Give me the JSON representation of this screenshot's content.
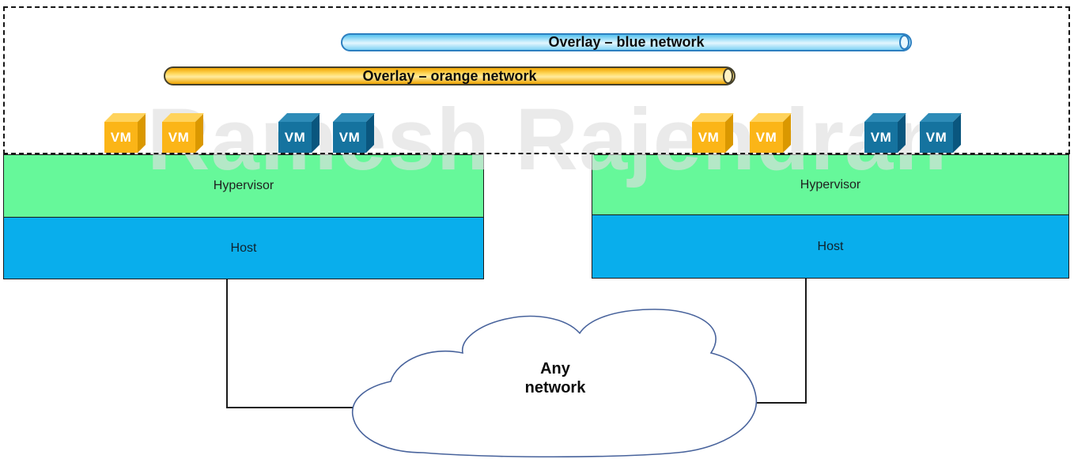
{
  "watermark": {
    "text": "Ramesh Rajendran"
  },
  "overlay_pills": {
    "blue": {
      "label": "Overlay – blue network"
    },
    "orange": {
      "label": "Overlay – orange network"
    }
  },
  "stacks": [
    {
      "hypervisor": "Hypervisor",
      "host": "Host",
      "vms": [
        "VM",
        "VM",
        "VM",
        "VM"
      ]
    },
    {
      "hypervisor": "Hypervisor",
      "host": "Host",
      "vms": [
        "VM",
        "VM",
        "VM",
        "VM"
      ]
    }
  ],
  "cloud": {
    "line1": "Any",
    "line2": "network"
  },
  "colors": {
    "hypervisor-green": "#66f89a",
    "host-blue": "#09aeec",
    "vm-orange-front": "#fbb517",
    "vm-orange-top": "#ffd35c",
    "vm-orange-side": "#da9800",
    "vm-blue-front": "#15739f",
    "vm-blue-top": "#2e8cb8",
    "vm-blue-side": "#0a567e",
    "pill-blue-border": "#2c7fc0",
    "pill-orange-border": "#44402c",
    "cloud-outline": "#48639c",
    "line-black": "#1a1a1a"
  }
}
